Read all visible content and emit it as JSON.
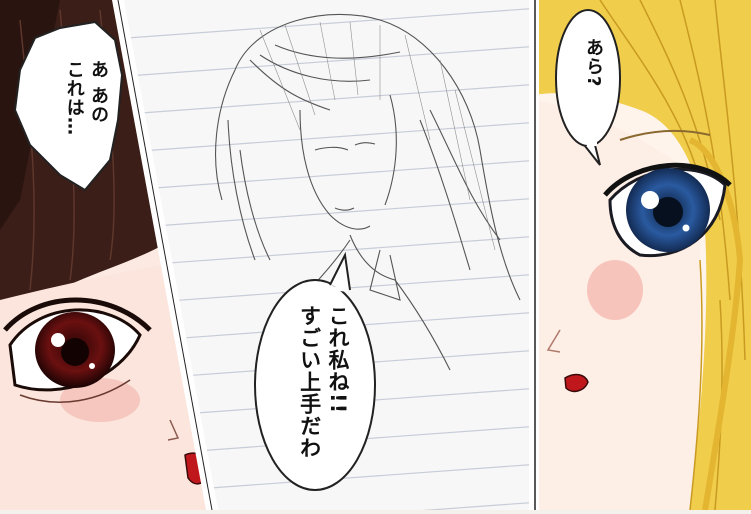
{
  "panels": {
    "left": {
      "speech": "あ あの\nこれは…"
    },
    "center": {
      "speech": "これ私ね!!\nすごい上手だわ"
    },
    "right": {
      "speech": "あら?"
    }
  },
  "colors": {
    "left_hair": "#3a1e17",
    "left_eye": "#6b1010",
    "right_hair": "#f0cd4a",
    "right_eye": "#1d3f7a",
    "paper": "#f7f7f7",
    "notebook_lines": "#c8ccd8",
    "skin": "#fbe9e2"
  }
}
